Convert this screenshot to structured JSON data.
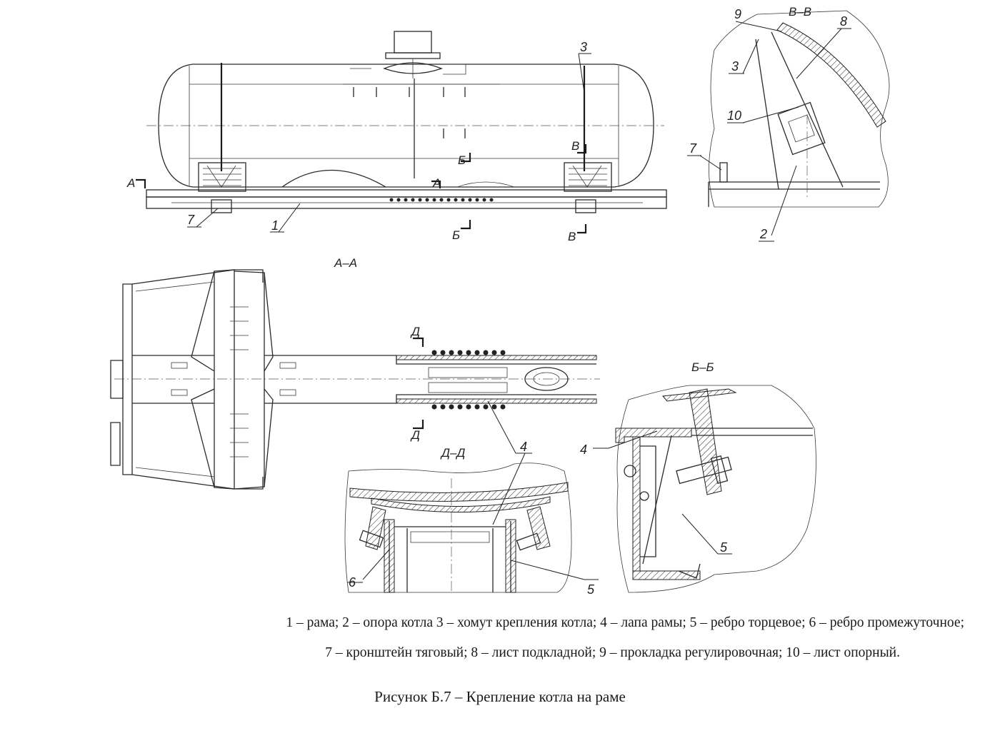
{
  "legend": {
    "line1": "1 – рама; 2 – опора котла 3 – хомут крепления котла; 4 – лапа рамы; 5 – ребро торцевое; 6 – ребро промежуточное;",
    "line2": "7 – кронштейн тяговый; 8 – лист подкладной; 9 – прокладка регулировочная; 10 – лист опорный."
  },
  "caption": "Рисунок Б.7 – Крепление котла на раме",
  "sections": {
    "vv": "В–В",
    "aa": "А–А",
    "bb": "Б–Б",
    "dd": "Д–Д"
  },
  "cut_marks": {
    "a_left": "А",
    "a_mid": "А",
    "b_top": "Б",
    "b_bottom": "Б",
    "v_top": "В",
    "v_bottom": "В",
    "d_top": "Д",
    "d_bottom": "Д"
  },
  "callouts": {
    "main_1": "1",
    "main_3": "3",
    "main_7": "7",
    "vv_9": "9",
    "vv_8": "8",
    "vv_3": "3",
    "vv_10": "10",
    "vv_7": "7",
    "vv_2": "2",
    "aa_4": "4",
    "dd_6": "6",
    "dd_5": "5",
    "bb_4": "4",
    "bb_5": "5"
  }
}
